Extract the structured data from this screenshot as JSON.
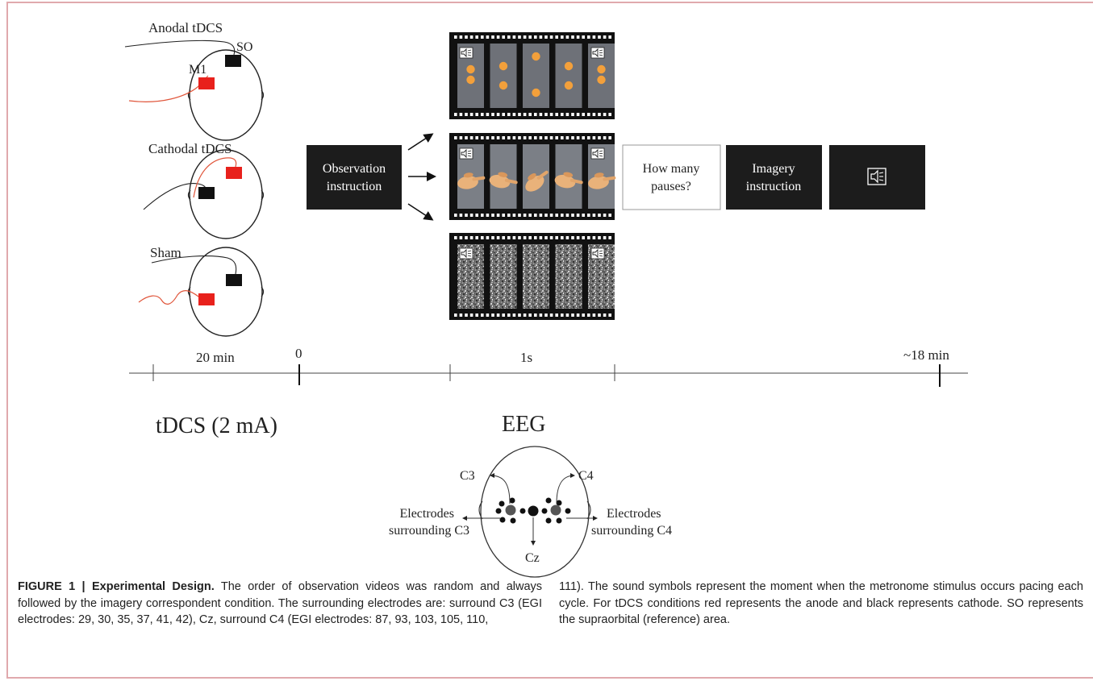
{
  "tdcs": {
    "anodal_label": "Anodal tDCS",
    "cathodal_label": "Cathodal tDCS",
    "sham_label": "Sham",
    "m1_label": "M1",
    "so_label": "SO",
    "anode_color": "#e8211c",
    "cathode_color": "#111111",
    "lead_color": "#e0553a"
  },
  "flow": {
    "observation_box": [
      "Observation",
      "instruction"
    ],
    "question_box": [
      "How many",
      "pauses?"
    ],
    "imagery_box": [
      "Imagery",
      "instruction"
    ],
    "sound_icon": "speaker-icon"
  },
  "timeline": {
    "label_20min": "20 min",
    "label_0": "0",
    "label_1s": "1s",
    "label_18min": "~18 min",
    "tdcs_label": "tDCS (2 mA)",
    "eeg_label": "EEG"
  },
  "eeg_map": {
    "c3": "C3",
    "c4": "C4",
    "cz": "Cz",
    "left_label": [
      "Electrodes",
      "surrounding C3"
    ],
    "right_label": [
      "Electrodes",
      "surrounding C4"
    ]
  },
  "caption": {
    "title": "FIGURE 1 | Experimental Design.",
    "left_text": " The order of observation videos was random and always followed by the imagery correspondent condition. The surrounding electrodes are: surround C3 (EGI electrodes: 29, 30, 35, 37, 41, 42), Cz, surround C4 (EGI electrodes: 87, 93, 103, 105, 110,",
    "right_text": "111). The sound symbols represent the moment when the metronome stimulus occurs pacing each cycle. For tDCS conditions red represents the anode and black represents cathode. SO represents the supraorbital (reference) area."
  }
}
